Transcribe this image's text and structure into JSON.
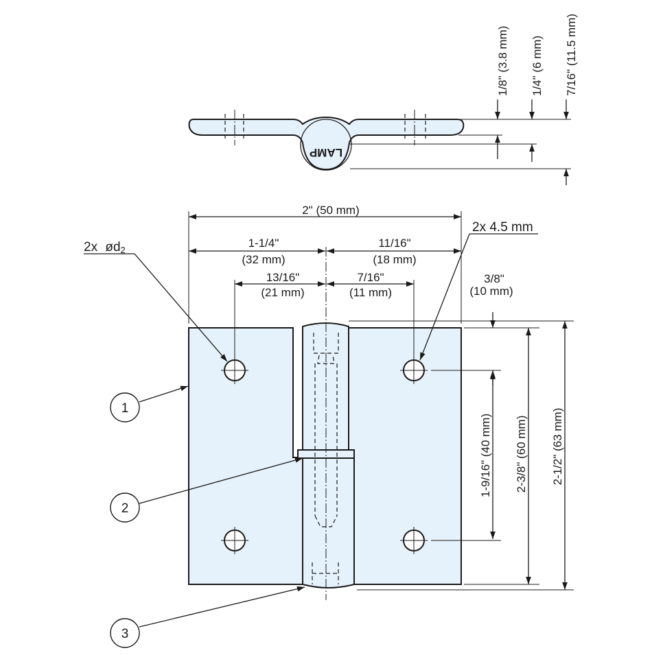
{
  "top_view": {
    "emboss_text": "LAMP",
    "dims": {
      "d1": "1/8\" (3.8 mm)",
      "d2": "1/4\" (6 mm)",
      "d3": "7/16\" (11.5 mm)"
    }
  },
  "front_view": {
    "dims": {
      "overall_width": "2\" (50 mm)",
      "left_to_pin_in": "1-1/4\"",
      "left_to_pin_mm": "(32 mm)",
      "pin_to_right_in": "11/16\"",
      "pin_to_right_mm": "(18 mm)",
      "left_hole_in": "13/16\"",
      "left_hole_mm": "(21 mm)",
      "right_hole_in": "7/16\"",
      "right_hole_mm": "(11 mm)",
      "top_hole_in": "3/8\"",
      "top_hole_mm": "(10 mm)",
      "hole_pitch": "1-9/16\" (40 mm)",
      "leaf_height": "2-3/8\" (60 mm)",
      "overall_height": "2-1/2\" (63 mm)"
    },
    "labels": {
      "left_holes_prefix": "2x",
      "left_holes_symbol": "ød",
      "left_holes_sub": "2",
      "right_holes": "2x 4.5 mm"
    },
    "callouts": [
      "1",
      "2",
      "3"
    ]
  },
  "colors": {
    "part_fill": "#e6f2fb",
    "line": "#1a1a1a"
  }
}
